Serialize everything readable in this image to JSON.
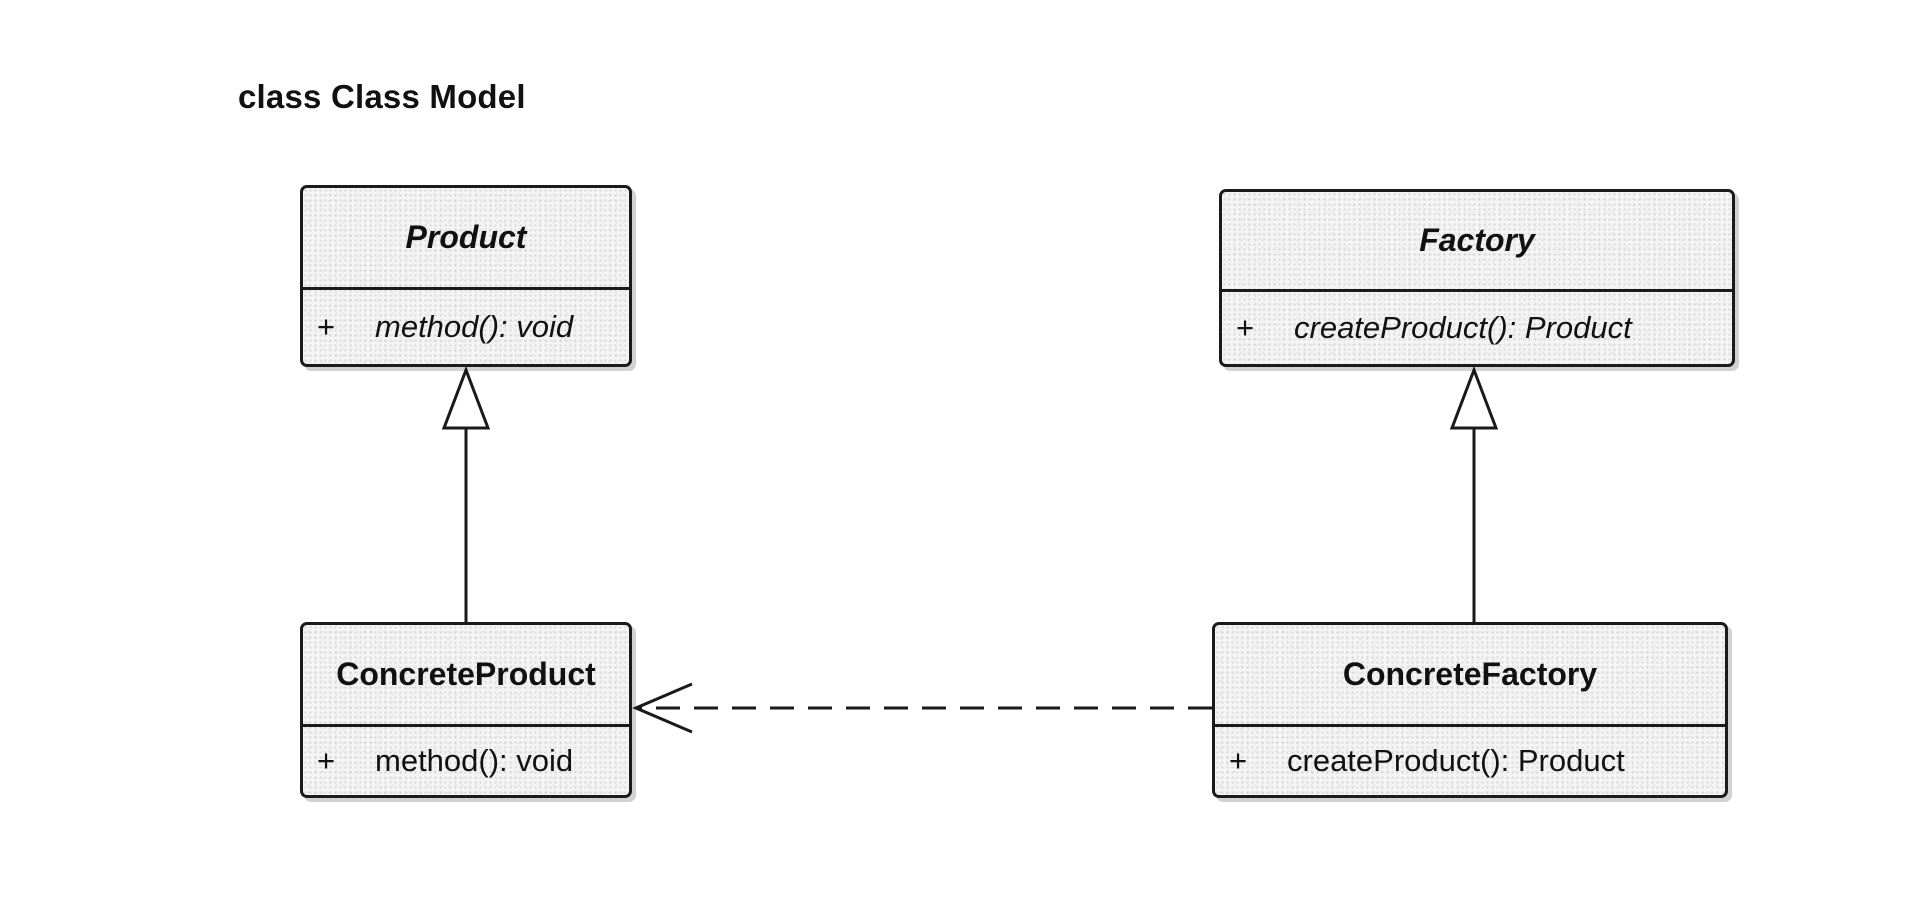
{
  "diagram": {
    "title": "class Class Model"
  },
  "classes": {
    "product": {
      "name": "Product",
      "abstract": true,
      "operation": {
        "visibility": "+",
        "signature": "method(): void"
      }
    },
    "factory": {
      "name": "Factory",
      "abstract": true,
      "operation": {
        "visibility": "+",
        "signature": "createProduct(): Product"
      }
    },
    "concrete_product": {
      "name": "ConcreteProduct",
      "abstract": false,
      "operation": {
        "visibility": "+",
        "signature": "method(): void"
      }
    },
    "concrete_factory": {
      "name": "ConcreteFactory",
      "abstract": false,
      "operation": {
        "visibility": "+",
        "signature": "createProduct(): Product"
      }
    }
  },
  "relations": [
    {
      "type": "generalization",
      "from": "ConcreteProduct",
      "to": "Product"
    },
    {
      "type": "generalization",
      "from": "ConcreteFactory",
      "to": "Factory"
    },
    {
      "type": "dependency",
      "from": "ConcreteFactory",
      "to": "ConcreteProduct"
    }
  ],
  "colors": {
    "line": "#1a1a1a",
    "box_fill": "#f4f4f4",
    "background": "#ffffff"
  }
}
